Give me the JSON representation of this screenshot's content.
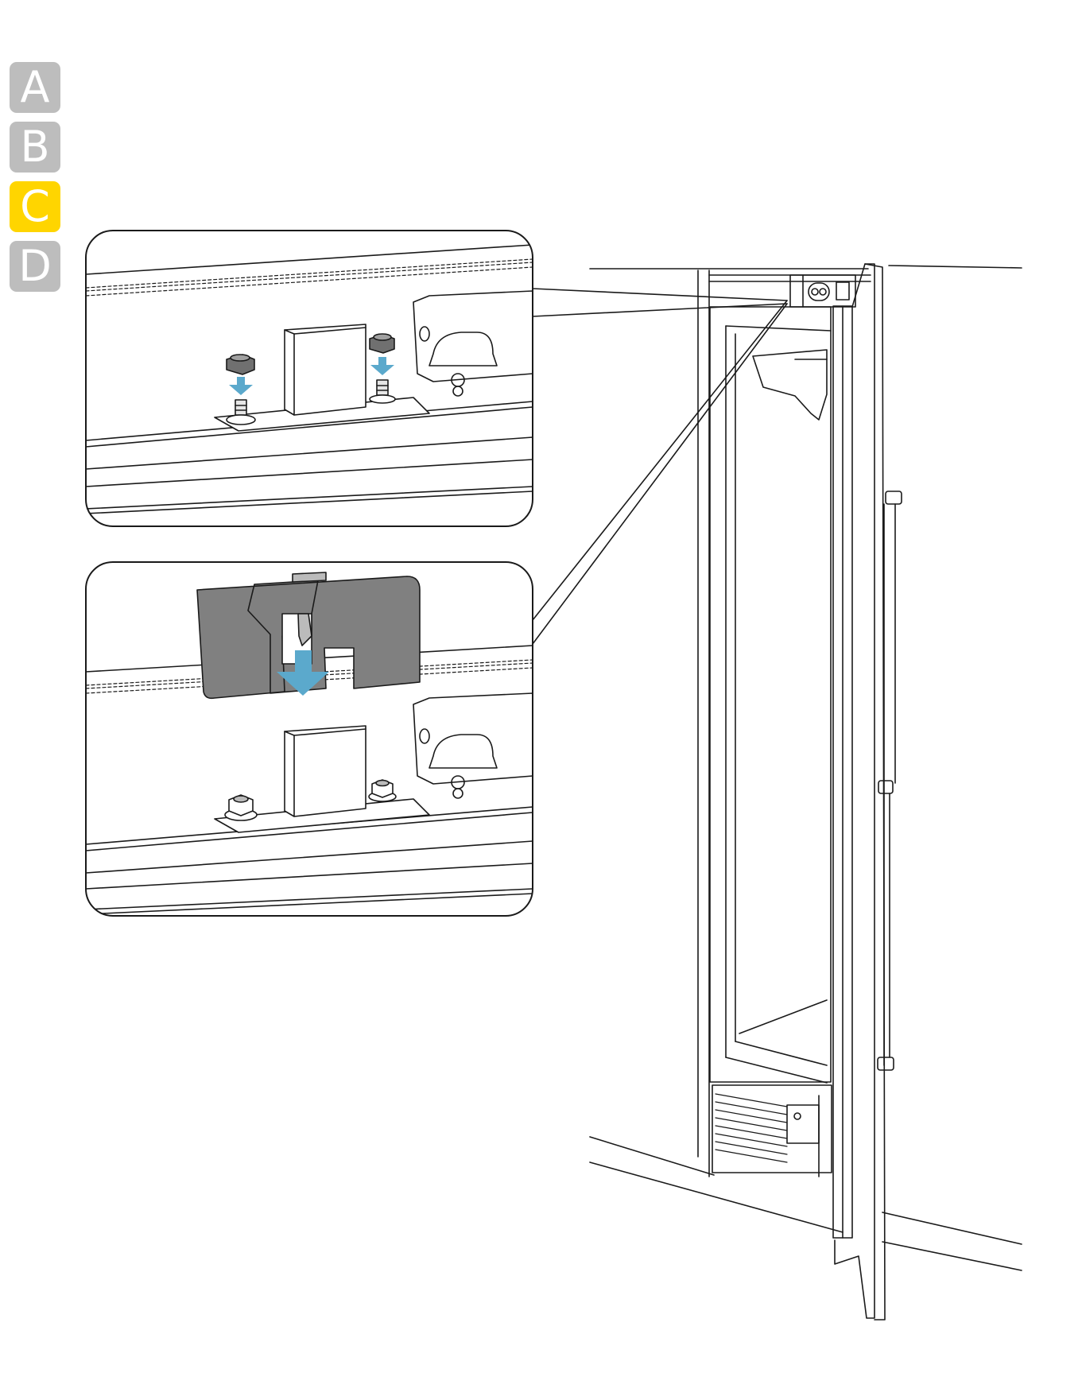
{
  "steps": [
    {
      "label": "A",
      "active": false
    },
    {
      "label": "B",
      "active": false
    },
    {
      "label": "C",
      "active": true
    },
    {
      "label": "D",
      "active": false
    }
  ],
  "colors": {
    "step_inactive": "#bdbdbd",
    "step_active": "#ffd500",
    "arrow": "#5ba9cc",
    "cover_fill": "#808080",
    "line": "#1a1a1a"
  },
  "icons": [
    "down-arrow-icon",
    "nut-icon",
    "threaded-stud-icon",
    "hinge-cover-icon"
  ]
}
